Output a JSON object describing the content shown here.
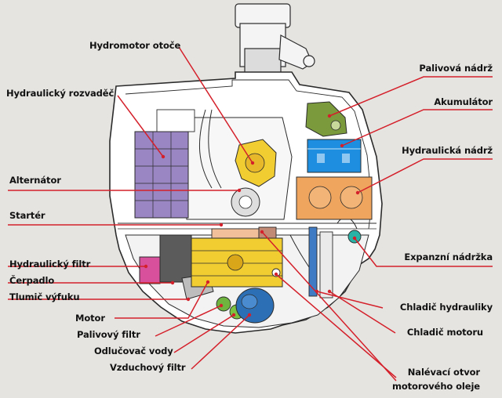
{
  "labels": {
    "hydromotor_otoce": "Hydromotor otoče",
    "hydraulicky_rozvadec": "Hydraulický rozvaděč",
    "alternator": "Alternátor",
    "starter": "Startér",
    "hydraulicky_filtr": "Hydraulický filtr",
    "cerpadlo": "Čerpadlo",
    "tlumic_vyfuku": "Tlumič výfuku",
    "motor": "Motor",
    "palivovy_filtr": "Palivový filtr",
    "odlucovac_vody": "Odlučovač vody",
    "vzduchovy_filtr": "Vzduchový filtr",
    "palivova_nadrz": "Palivová nádrž",
    "akumulator": "Akumulátor",
    "hydraulicka_nadrz": "Hydraulická nádrž",
    "expanzni_nadrzka": "Expanzní nádržka",
    "chladic_hydrauliky": "Chladič hydrauliky",
    "chladic_motoru": "Chladič motoru",
    "nalevaci_otvor_1": "Nalévací otvor",
    "nalevaci_otvor_2": "motorového oleje"
  },
  "colors": {
    "background": "#e6e4e1",
    "leader_line": "#d4202a",
    "outline": "#2b2b2b"
  }
}
